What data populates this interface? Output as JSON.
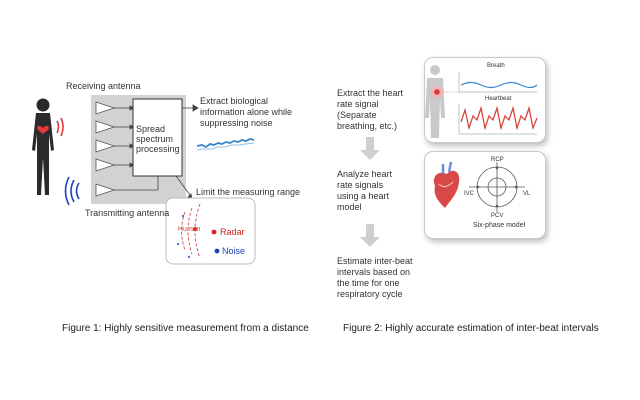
{
  "figure1": {
    "receiving_antenna": "Receiving antenna",
    "processor_label": "Spread spectrum processing",
    "extract_text": "Extract biological information alone while suppressing noise",
    "limit_text": "Limit the measuring range",
    "transmitting_antenna": "Transmitting antenna",
    "inset": {
      "human": "Human",
      "radar": "Radar",
      "noise": "Noise"
    },
    "caption": "Figure  1: Highly sensitive measurement from a distance"
  },
  "figure2": {
    "step1": "Extract the heart rate signal (Separate breathing, etc.)",
    "step2": "Analyze heart rate signals using a heart model",
    "step3": "Estimate inter-beat intervals based on the time for one respiratory cycle",
    "signals_panel": {
      "breath": "Breath",
      "heartbeat": "Heartbeat"
    },
    "model_panel": {
      "title": "Six-phase model",
      "labels": {
        "top": "RCP",
        "left": "IVC",
        "right": "VL",
        "bottom": "PCV"
      }
    },
    "caption": "Figure 2: Highly accurate estimation of inter-beat intervals"
  },
  "colors": {
    "accent_red": "#e23a3a",
    "dot_red": "#d62020",
    "dot_blue": "#1f3fbf",
    "signal_blue": "#3a86c8",
    "heart_signal_red": "#d63a3a",
    "arrow_gray": "#c8c8c8"
  }
}
